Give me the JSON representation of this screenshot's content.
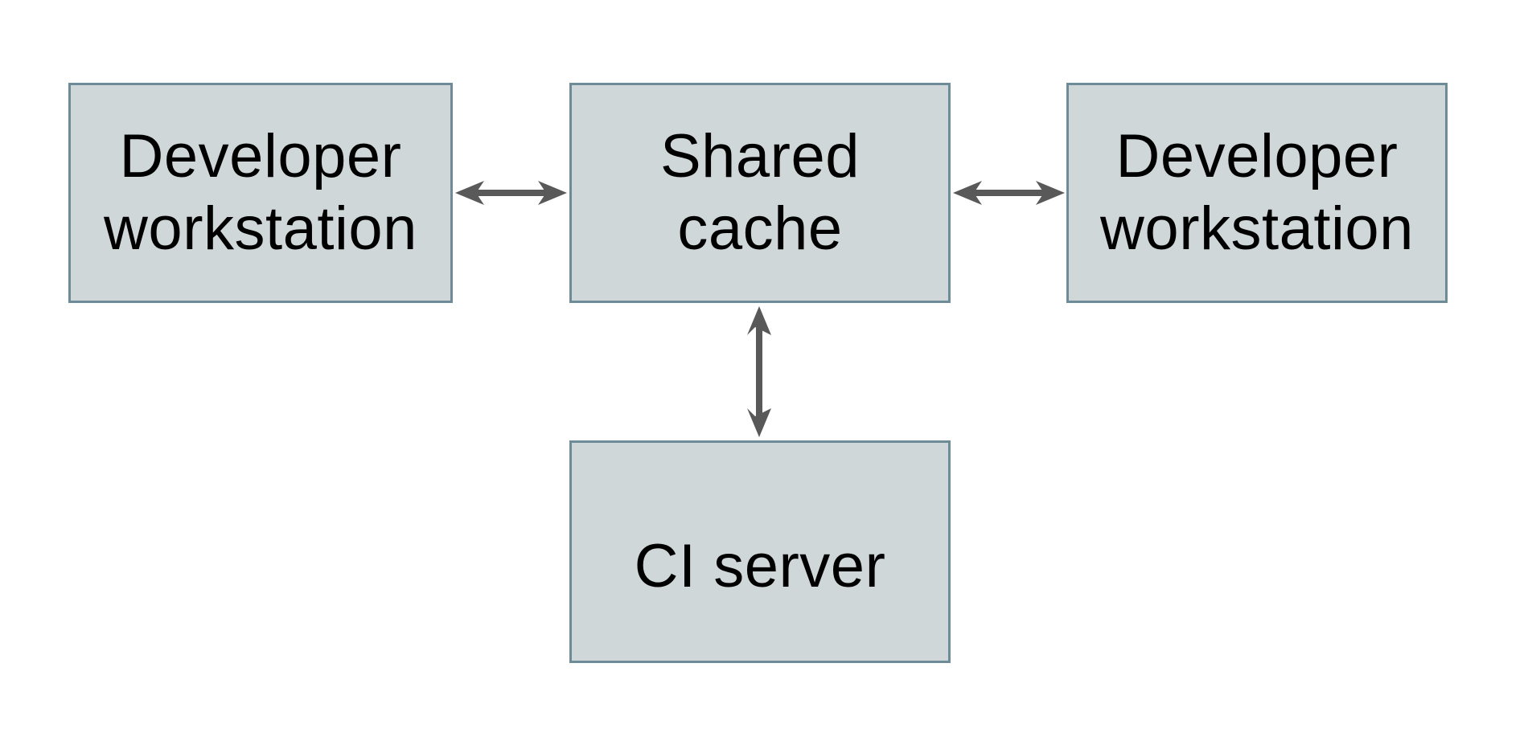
{
  "diagram": {
    "background": "white",
    "nodes": {
      "dev_left": {
        "label": "Developer\nworkstation"
      },
      "shared_cache": {
        "label": "Shared\ncache"
      },
      "dev_right": {
        "label": "Developer\nworkstation"
      },
      "ci_server": {
        "label": "CI server"
      }
    },
    "edges": [
      {
        "from": "dev_left",
        "to": "shared_cache",
        "direction": "bidirectional"
      },
      {
        "from": "shared_cache",
        "to": "dev_right",
        "direction": "bidirectional"
      },
      {
        "from": "shared_cache",
        "to": "ci_server",
        "direction": "bidirectional"
      }
    ],
    "colors": {
      "background": "#ffffff",
      "node_fill": "#d0d7d9",
      "node_border": "#6e8b98",
      "arrow": "#595959",
      "text": "#000000"
    }
  }
}
